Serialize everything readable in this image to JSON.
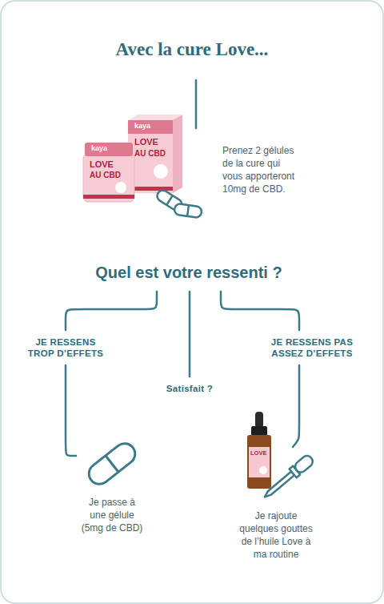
{
  "diagram": {
    "title": "Avec la cure Love...",
    "nodes": [
      {
        "text": [
          "Prenez 2 gélules de la cure qui vous apporteront 10mg de CBD."
        ]
      },
      {
        "text": [
          "Quel est votre ressenti ?"
        ]
      },
      {
        "text": [
          "JE RESSENS TROP D’EFFETS"
        ]
      },
      {
        "text": [
          "Satisfait ?"
        ]
      },
      {
        "text": [
          "JE RESSENS PAS ASSEZ D’EFFETS"
        ]
      },
      {
        "text": [
          "Je passe à une gélule (5mg de CBD)"
        ]
      },
      {
        "text": [
          "Je rajoute quelques gouttes de l’huile Love à ma routine"
        ]
      }
    ],
    "edges": [
      {
        "from": 1,
        "to": 2,
        "arrow": "none"
      },
      {
        "from": 1,
        "to": 3,
        "arrow": "none"
      },
      {
        "from": 1,
        "to": 4,
        "arrow": "none"
      },
      {
        "from": 2,
        "to": 5,
        "arrow": "none"
      },
      {
        "from": 4,
        "to": 6,
        "arrow": "none"
      }
    ],
    "labels": [
      "kaya",
      "LOVE",
      "AU CBD",
      "kaya",
      "LOVE",
      "AU CBD",
      "LOVE"
    ]
  }
}
